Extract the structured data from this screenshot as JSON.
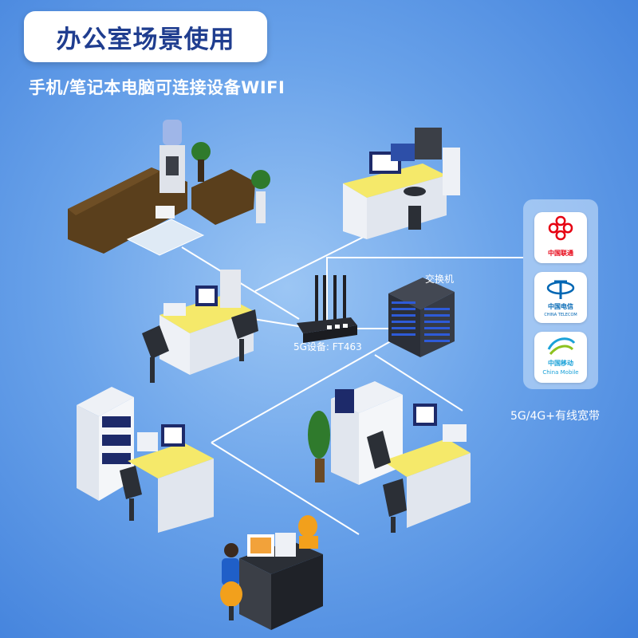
{
  "title": "办公室场景使用",
  "subtitle": "手机/笔记本电脑可连接设备WIFI",
  "device_label": "5G设备: FT463",
  "switch_label": "交换机",
  "carriers": [
    {
      "name": "中国联通",
      "sub": "",
      "color": "#e60012"
    },
    {
      "name": "中国电信",
      "sub": "CHINA TELECOM",
      "color": "#0066b3"
    },
    {
      "name": "中国移动",
      "sub": "China Mobile",
      "color": "#19a1d8"
    }
  ],
  "broadband_label": "5G/4G+有线宽带",
  "colors": {
    "line": "#ffffff",
    "title_text": "#1f3d8f",
    "desk_top": "#f5e96a"
  }
}
